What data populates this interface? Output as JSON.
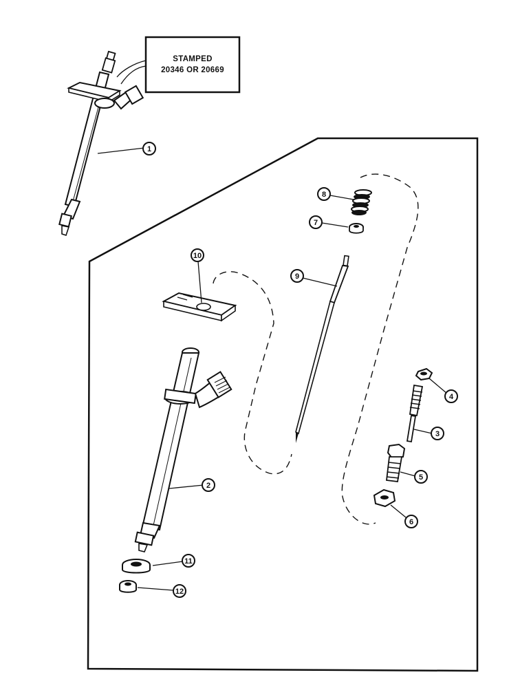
{
  "stamp_note": {
    "line1": "STAMPED",
    "line2": "20346 OR 20669"
  },
  "callouts": [
    "1",
    "2",
    "3",
    "4",
    "5",
    "6",
    "7",
    "8",
    "9",
    "10",
    "11",
    "12"
  ]
}
